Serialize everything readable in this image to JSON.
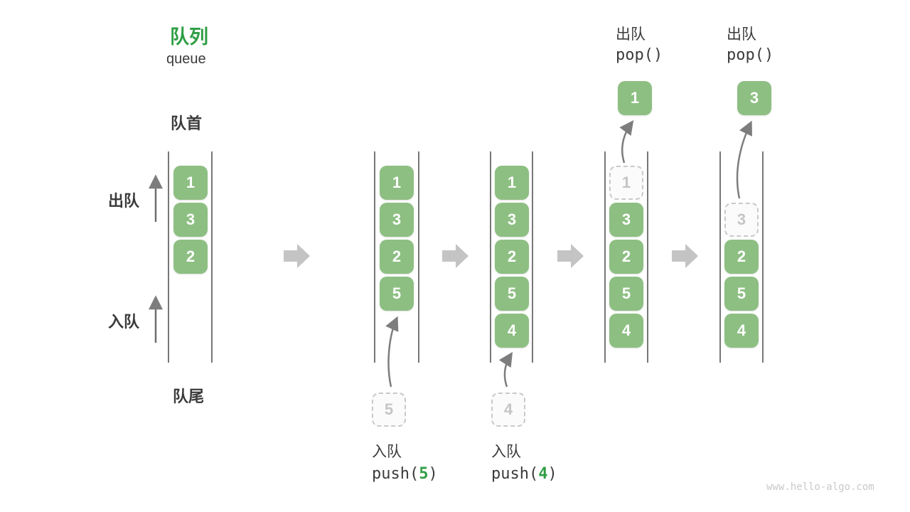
{
  "title": {
    "cn": "队列",
    "en": "queue"
  },
  "side_labels": {
    "front": "队首",
    "rear": "队尾",
    "dequeue": "出队",
    "enqueue": "入队"
  },
  "queues": {
    "q1": {
      "cells": [
        "1",
        "3",
        "2"
      ]
    },
    "q2": {
      "cells": [
        "1",
        "3",
        "2",
        "5"
      ],
      "pending": "5",
      "caption": {
        "cn": "入队",
        "code_pre": "push(",
        "code_arg": "5",
        "code_post": ")"
      }
    },
    "q3": {
      "cells": [
        "1",
        "3",
        "2",
        "5",
        "4"
      ],
      "pending": "4",
      "caption": {
        "cn": "入队",
        "code_pre": "push(",
        "code_arg": "4",
        "code_post": ")"
      }
    },
    "q4": {
      "removed": "1",
      "cells": [
        "3",
        "2",
        "5",
        "4"
      ],
      "popped": "1",
      "caption": {
        "cn": "出队",
        "code": "pop()"
      }
    },
    "q5": {
      "removed": "3",
      "cells": [
        "2",
        "5",
        "4"
      ],
      "popped": "3",
      "caption": {
        "cn": "出队",
        "code": "pop()"
      }
    }
  },
  "watermark": "www.hello-algo.com",
  "colors": {
    "accent_green": "#2f9e44",
    "cell_green": "#8dbf82",
    "text_dark": "#3b3b3b",
    "queue_wall": "#4a4a4a",
    "flow_arrow_gray": "#c4c4c4",
    "motion_arrow_gray": "#7d7d7d",
    "dashed_border": "#c9c9c9",
    "dashed_text": "#c5c5c5",
    "watermark_gray": "#c9c9c9"
  }
}
